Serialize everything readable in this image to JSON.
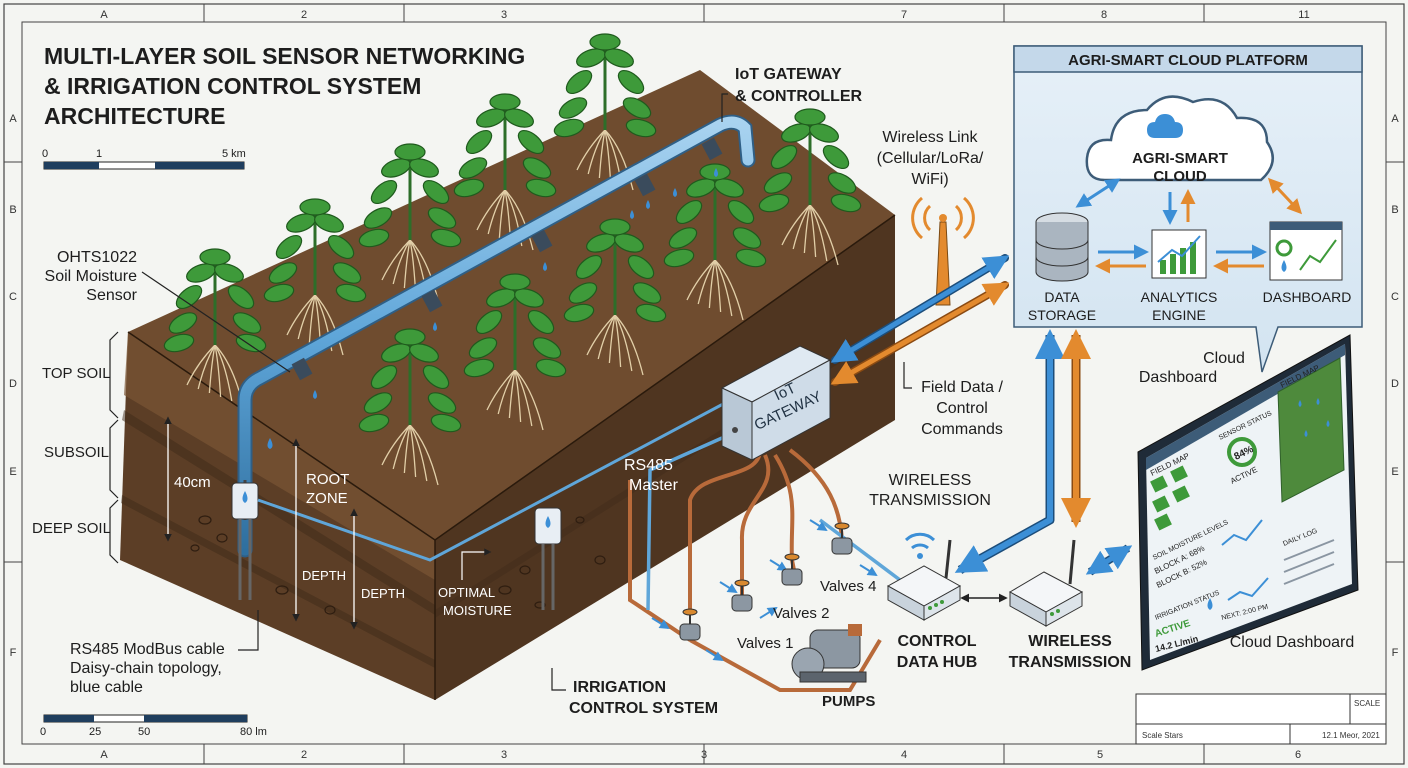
{
  "title": {
    "line1": "MULTI-LAYER SOIL SENSOR NETWORKING",
    "line2": "& IRRIGATION CONTROL SYSTEM",
    "line3": "ARCHITECTURE"
  },
  "frame": {
    "top_cols": [
      "A",
      "2",
      "3",
      "7",
      "8",
      "11"
    ],
    "bottom_cols": [
      "A",
      "2",
      "3",
      "3",
      "4",
      "5",
      "6"
    ],
    "rows": [
      "A",
      "B",
      "C",
      "D",
      "E",
      "F"
    ]
  },
  "scale_top": {
    "ticks": [
      "0",
      "1",
      "5 km"
    ]
  },
  "scale_bottom": {
    "ticks": [
      "0",
      "25",
      "50",
      "80 lm"
    ]
  },
  "labels": {
    "sensor": [
      "OHTS1022",
      "Soil Moisture",
      "Sensor"
    ],
    "top_soil": "TOP SOIL",
    "subsoil": "SUBSOIL",
    "deep_soil": "DEEP SOIL",
    "depth_40": "40cm",
    "root_zone": [
      "ROOT",
      "ZONE"
    ],
    "depth_a": "DEPTH",
    "depth_b": "DEPTH",
    "optimal": [
      "OPTIMAL",
      "MOISTURE"
    ],
    "rs485_cable": [
      "RS485 ModBus cable",
      "Daisy-chain topology,",
      "blue cable"
    ],
    "rs485_master": [
      "RS485",
      "Master"
    ],
    "gateway_title": [
      "IoT GATEWAY",
      "& CONTROLLER"
    ],
    "gateway_box": [
      "IoT",
      "GATEWAY"
    ],
    "wireless_link": [
      "Wireless Link",
      "(Cellular/LoRa/",
      "WiFi)"
    ],
    "field_data": [
      "Field Data /",
      "Control",
      "Commands"
    ],
    "wireless_tx_upper": [
      "WIRELESS",
      "TRANSMISSION"
    ],
    "control_hub": [
      "CONTROL",
      "DATA HUB"
    ],
    "wireless_tx_lower": [
      "WIRELESS",
      "TRANSMISSION"
    ],
    "valves1": "Valves 1",
    "valves2": "Valves 2",
    "valves4": "Valves 4",
    "pumps": "PUMPS",
    "irrigation": [
      "IRRIGATION",
      "CONTROL SYSTEM"
    ],
    "cloud_dashboard_callout": [
      "Cloud",
      "Dashboard"
    ],
    "cloud_dashboard_bottom": "Cloud Dashboard"
  },
  "cloud_panel": {
    "title": "AGRI-SMART CLOUD PLATFORM",
    "cloud": [
      "AGRI-SMART",
      "CLOUD"
    ],
    "storage": [
      "DATA",
      "STORAGE"
    ],
    "analytics": [
      "ANALYTICS",
      "ENGINE"
    ],
    "dashboard": "DASHBOARD"
  },
  "dashboard_screen": {
    "field_map_left": "FIELD MAP",
    "sensor_status": "SENSOR STATUS",
    "gauge_value": "84%",
    "gauge_label": "ACTIVE",
    "field_map_right": "FIELD MAP",
    "soil_moisture_levels": "SOIL MOISTURE LEVELS",
    "block_a": "BLOCK A: 68%",
    "block_b": "BLOCK B: 52%",
    "irrigation_status": "IRRIGATION STATUS",
    "active": "ACTIVE",
    "flow": "14.2 L/min",
    "next": "NEXT: 2:00 PM",
    "daily_log": "DAILY LOG"
  },
  "title_block": {
    "scale": "SCALE",
    "scale_stars": "Scale Stars",
    "date": "12.1 Meor, 2021"
  },
  "colors": {
    "soil_top": "#6b4a2e",
    "soil_mid": "#5a3d26",
    "soil_deep": "#4a321f",
    "pipe_blue": "#5fa6d9",
    "arrow_blue": "#3c8fd6",
    "arrow_orange": "#e38a2e",
    "copper": "#b86a3a",
    "leaf": "#3e9a3a",
    "panel_bg": "#dce9f4"
  }
}
